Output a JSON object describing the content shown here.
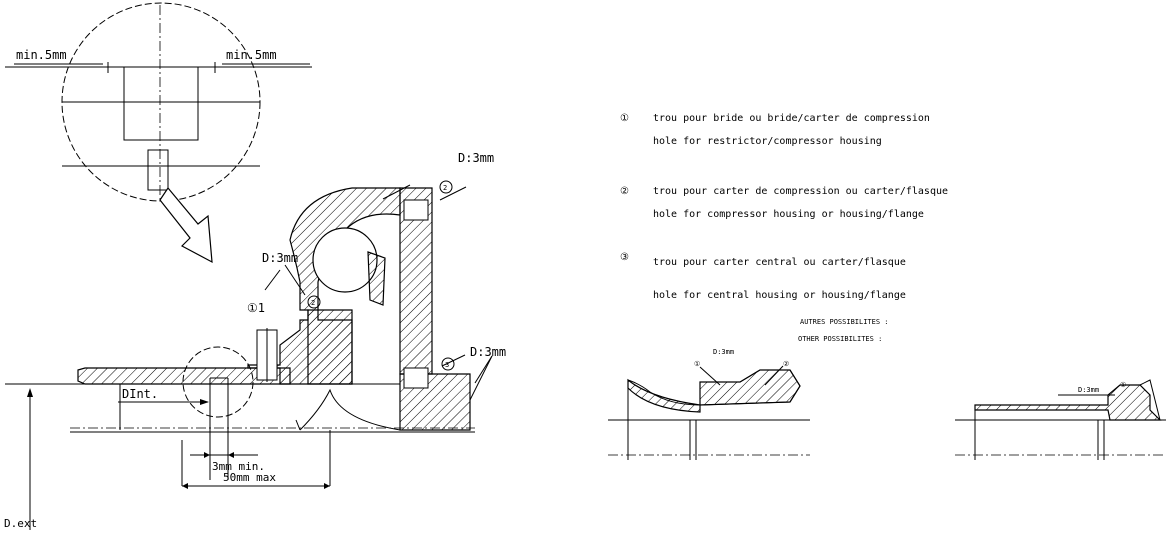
{
  "labels": {
    "min_left": "min.5mm",
    "min_right": "min.5mm",
    "d3_top": "D:3mm",
    "d3_mid": "D:3mm",
    "d3_right": "D:3mm",
    "marker_1": "①1",
    "dint": "DInt.",
    "min3": "3mm min.",
    "max50": "50mm max",
    "dext": "D.ext"
  },
  "legend": {
    "items": [
      {
        "number": "①",
        "fr": "trou pour bride ou bride/carter de compression",
        "en": "hole for restrictor/compressor housing"
      },
      {
        "number": "②",
        "fr": "trou pour carter de compression ou carter/flasque",
        "en": "hole for compressor housing or housing/flange"
      },
      {
        "number": "③",
        "fr": "trou pour carter central ou carter/flasque",
        "en": "hole for central housing or housing/flange"
      }
    ]
  },
  "other": {
    "fr": "AUTRES POSSIBILITES :",
    "en": "OTHER POSSIBILITES :",
    "left_dim": "D:3mm",
    "left_num1": "①",
    "left_num2": "②",
    "right_dim": "D:3mm",
    "right_num": "①"
  }
}
